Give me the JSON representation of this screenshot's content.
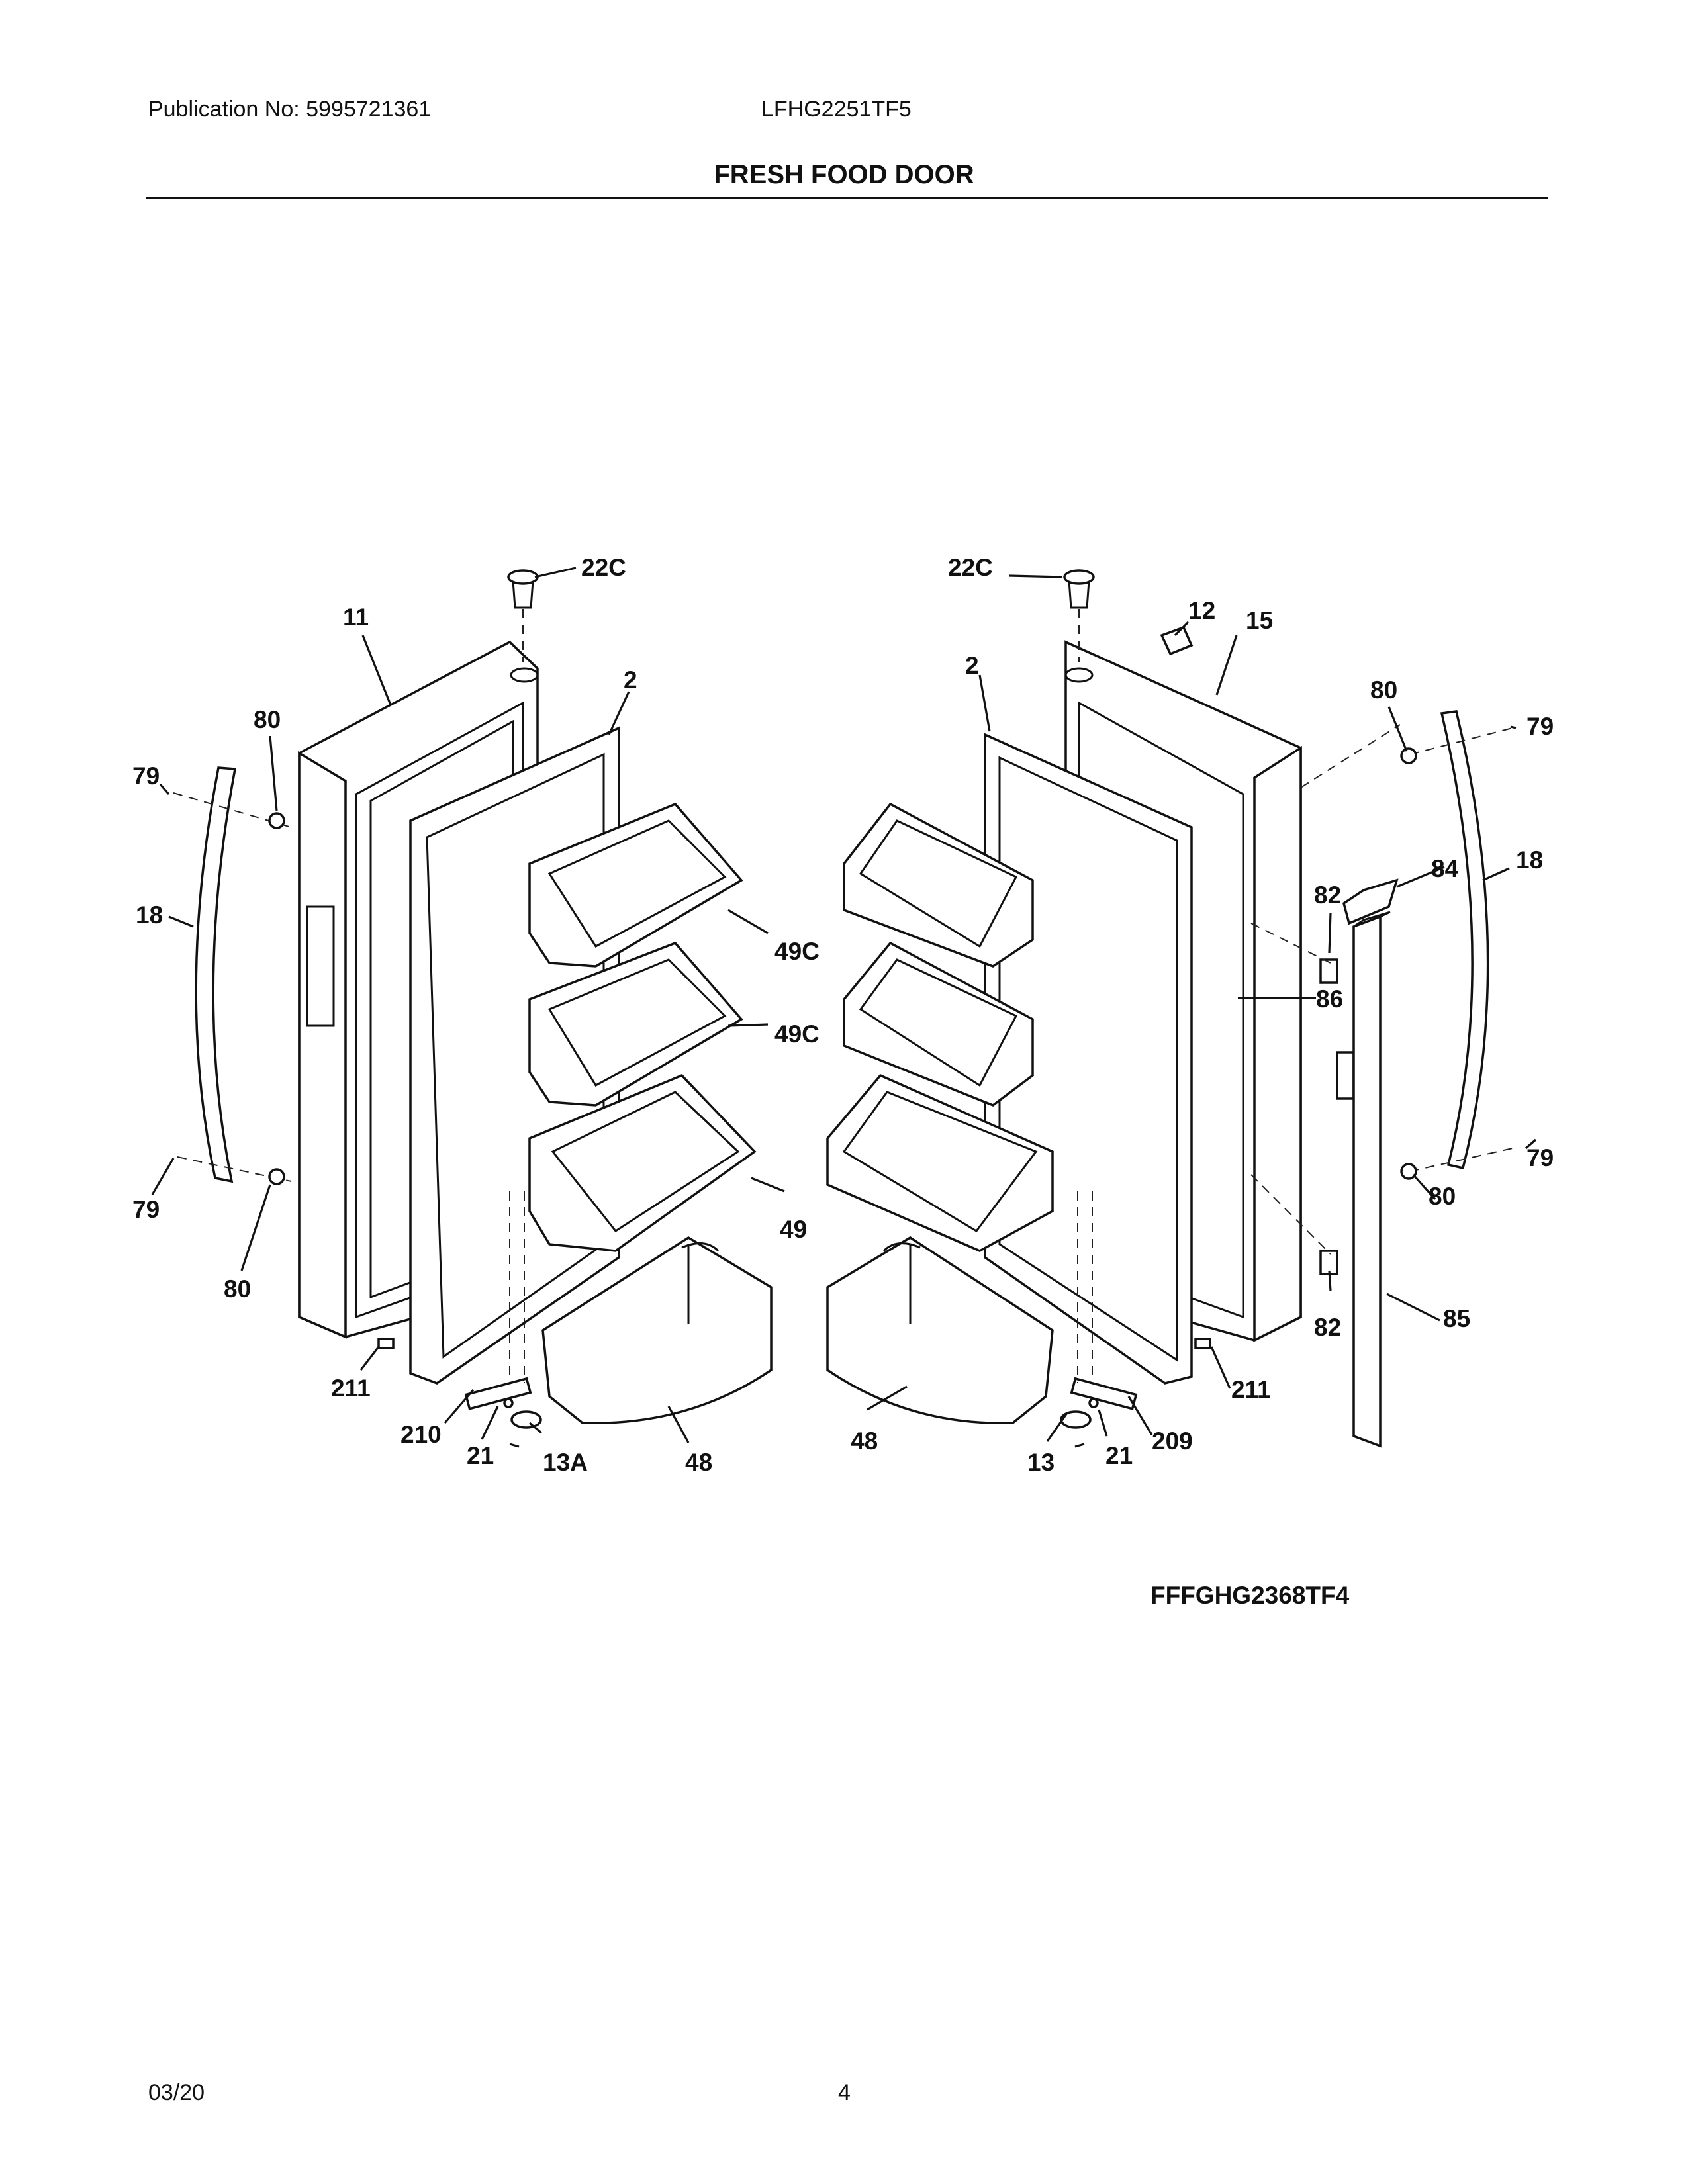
{
  "header": {
    "publication": "Publication No: 5995721361",
    "model": "LFHG2251TF5",
    "title": "FRESH FOOD DOOR"
  },
  "diagram": {
    "callouts": {
      "c22c_left": "22C",
      "c11": "11",
      "c2_left": "2",
      "c80_left_top": "80",
      "c79_left_top": "79",
      "c18_left": "18",
      "c49c_upper": "49C",
      "c49c_lower": "49C",
      "c49": "49",
      "c79_left_bottom": "79",
      "c80_left_bottom": "80",
      "c211_left": "211",
      "c210": "210",
      "c21_left": "21",
      "c13a": "13A",
      "c48_left": "48",
      "c48_right": "48",
      "c13": "13",
      "c21_right": "21",
      "c209": "209",
      "c211_right": "211",
      "c22c_right": "22C",
      "c12": "12",
      "c15": "15",
      "c2_right": "2",
      "c80_right_top": "80",
      "c79_right_top": "79",
      "c84": "84",
      "c18_right": "18",
      "c82_upper": "82",
      "c86": "86",
      "c80_right_bottom": "80",
      "c79_right_bottom": "79",
      "c82_lower": "82",
      "c85": "85"
    },
    "model_code": "FFFGHG2368TF4"
  },
  "footer": {
    "date": "03/20",
    "page": "4"
  }
}
